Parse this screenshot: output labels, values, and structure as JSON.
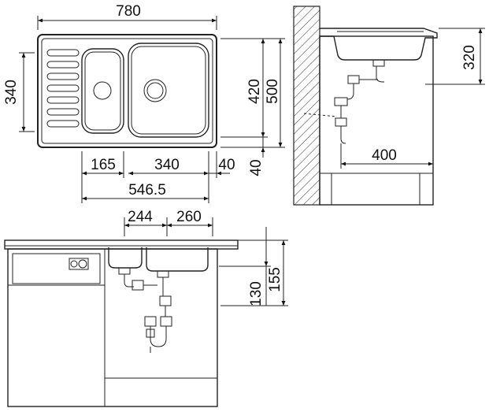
{
  "dimensions": {
    "overall_width": "780",
    "overall_depth": "500",
    "bowl_depth": "420",
    "front_offset": "40",
    "drainer_width": "340",
    "drainer_left": "165",
    "main_bowl_width": "340",
    "right_margin": "40",
    "total_span": "546.5",
    "side_bowl_depth": "320",
    "drain_offset": "400",
    "bowl_spacing_left": "244",
    "bowl_spacing_right": "260",
    "install_height_1": "130",
    "install_height_2": "155"
  }
}
